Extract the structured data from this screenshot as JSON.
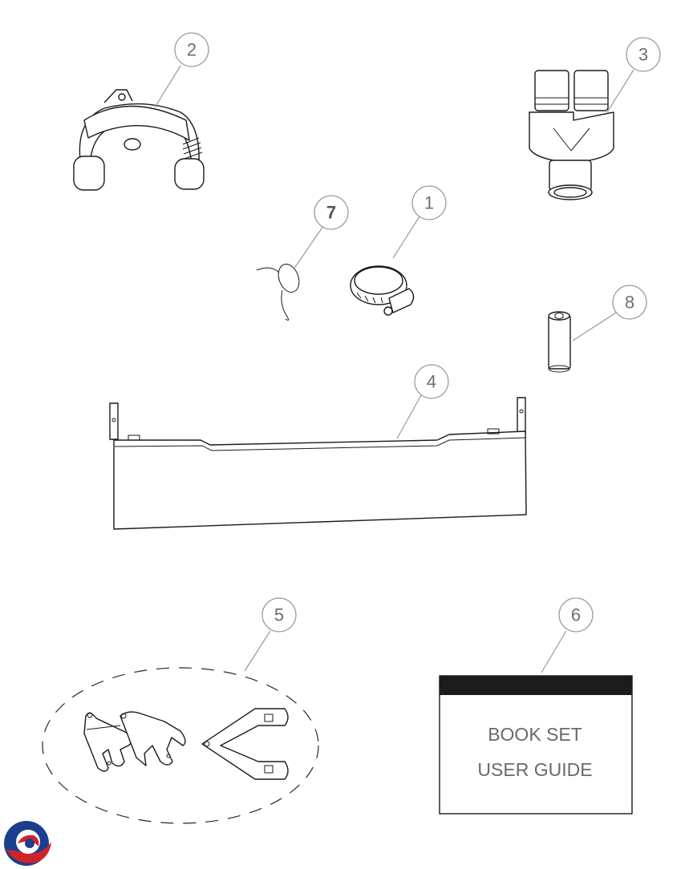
{
  "callouts": {
    "c1": "1",
    "c2": "2",
    "c3": "3",
    "c4": "4",
    "c5": "5",
    "c6": "6",
    "c7": "7",
    "c8": "8"
  },
  "book": {
    "line1": "BOOK SET",
    "line2": "USER GUIDE"
  },
  "colors": {
    "callout_stroke": "#9a9a9a",
    "line_art": "#1a1a1a",
    "book_header": "#1c1c1c",
    "logo_red": "#d2232a",
    "logo_blue": "#1b3f8f"
  },
  "icons": {
    "logo": "brand-logo-icon"
  }
}
